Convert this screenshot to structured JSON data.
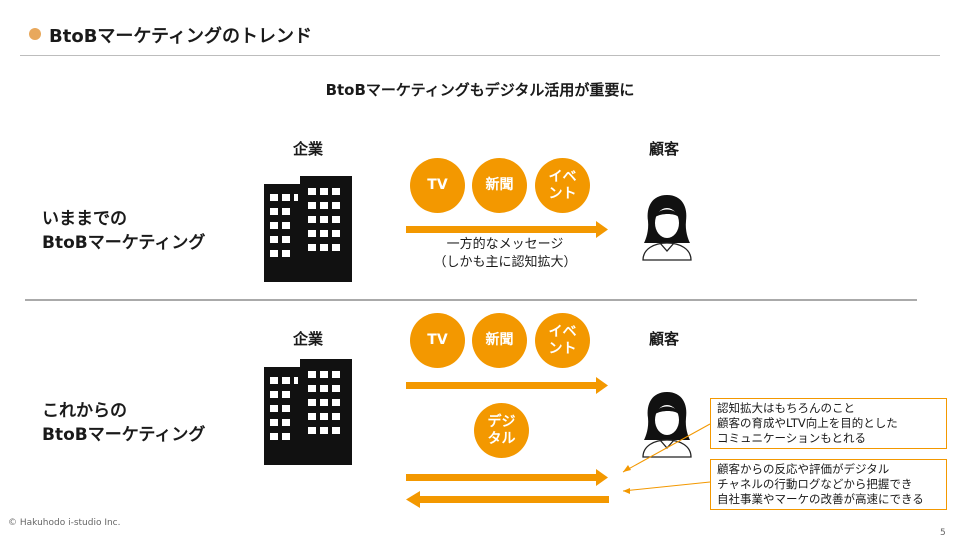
{
  "header": {
    "title": "BtoBマーケティングのトレンド"
  },
  "subtitle": "BtoBマーケティングもデジタル活用が重要に",
  "past": {
    "row_label": [
      "いままでの",
      "BtoBマーケティング"
    ],
    "company_label": "企業",
    "customer_label": "顧客",
    "channels": [
      {
        "lines": [
          "TV"
        ]
      },
      {
        "lines": [
          "新聞"
        ]
      },
      {
        "lines": [
          "イベ",
          "ント"
        ]
      }
    ],
    "message": [
      "一方的なメッセージ",
      "（しかも主に認知拡大）"
    ]
  },
  "future": {
    "row_label": [
      "これからの",
      "BtoBマーケティング"
    ],
    "company_label": "企業",
    "customer_label": "顧客",
    "channels": [
      {
        "lines": [
          "TV"
        ]
      },
      {
        "lines": [
          "新聞"
        ]
      },
      {
        "lines": [
          "イベ",
          "ント"
        ]
      }
    ],
    "digital": {
      "lines": [
        "デジ",
        "タル"
      ]
    },
    "note1": [
      "認知拡大はもちろんのこと",
      "顧客の育成やLTV向上を目的とした",
      "コミュニケーションもとれる"
    ],
    "note2": [
      "顧客からの反応や評価がデジタル",
      "チャネルの行動ログなどから把握でき",
      "自社事業やマーケの改善が高速にできる"
    ]
  },
  "footer": {
    "copyright": "© Hakuhodo i-studio Inc.",
    "page": "5"
  },
  "colors": {
    "accent": "#f39800",
    "title_dot": "#e8a85c",
    "icon": "#111111",
    "rule": "#bdbdbd"
  },
  "icons": {
    "company": "office-building-icon",
    "customer": "woman-person-icon"
  }
}
